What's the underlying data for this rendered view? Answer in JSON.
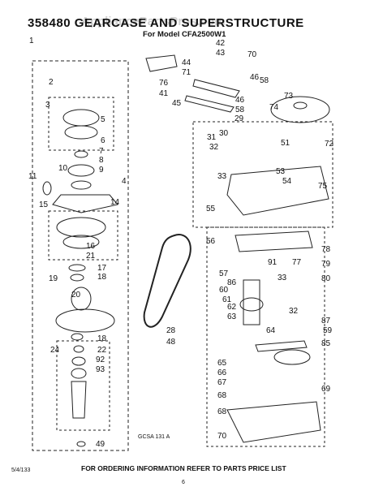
{
  "header": {
    "title": "358480 GEARCASE AND SUPERSTRUCTURE",
    "subtitle": "For Model CFA2500W1",
    "watermark": "AppliancePartsPros.com"
  },
  "footer": {
    "ordering_note": "FOR ORDERING INFORMATION REFER TO PARTS PRICE LIST",
    "left_code": "5/4/133",
    "page_number": "6",
    "diagram_code": "GCSA 131 A"
  },
  "callouts": [
    "1",
    "2",
    "3",
    "4",
    "5",
    "6",
    "7",
    "8",
    "9",
    "10",
    "11",
    "14",
    "15",
    "16",
    "17",
    "18",
    "18",
    "19",
    "20",
    "21",
    "22",
    "24",
    "28",
    "29",
    "30",
    "31",
    "32",
    "32",
    "33",
    "33",
    "41",
    "42",
    "43",
    "44",
    "45",
    "46",
    "46",
    "48",
    "49",
    "51",
    "53",
    "54",
    "55",
    "56",
    "57",
    "58",
    "58",
    "59",
    "60",
    "61",
    "62",
    "63",
    "64",
    "65",
    "66",
    "67",
    "68",
    "68",
    "69",
    "70",
    "70",
    "71",
    "72",
    "73",
    "74",
    "75",
    "76",
    "77",
    "78",
    "79",
    "80",
    "85",
    "86",
    "87",
    "91",
    "92",
    "93"
  ]
}
